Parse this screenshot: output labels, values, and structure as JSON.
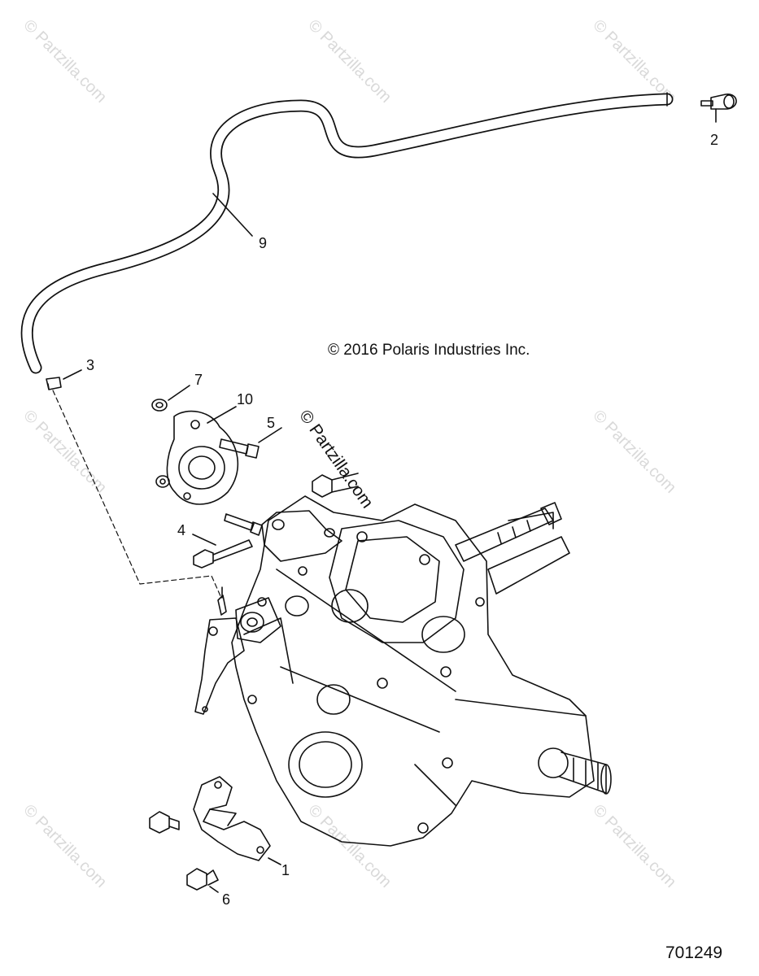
{
  "copyright": "© 2016 Polaris Industries Inc.",
  "figure_number": "701249",
  "watermark_text": "© Partzilla.com",
  "callouts": {
    "c1": "1",
    "c2": "2",
    "c3": "3",
    "c4": "4",
    "c5": "5",
    "c6": "6",
    "c7": "7",
    "c9": "9",
    "c10": "10"
  },
  "colors": {
    "line": "#111111",
    "watermark": "#d9d9d9"
  }
}
